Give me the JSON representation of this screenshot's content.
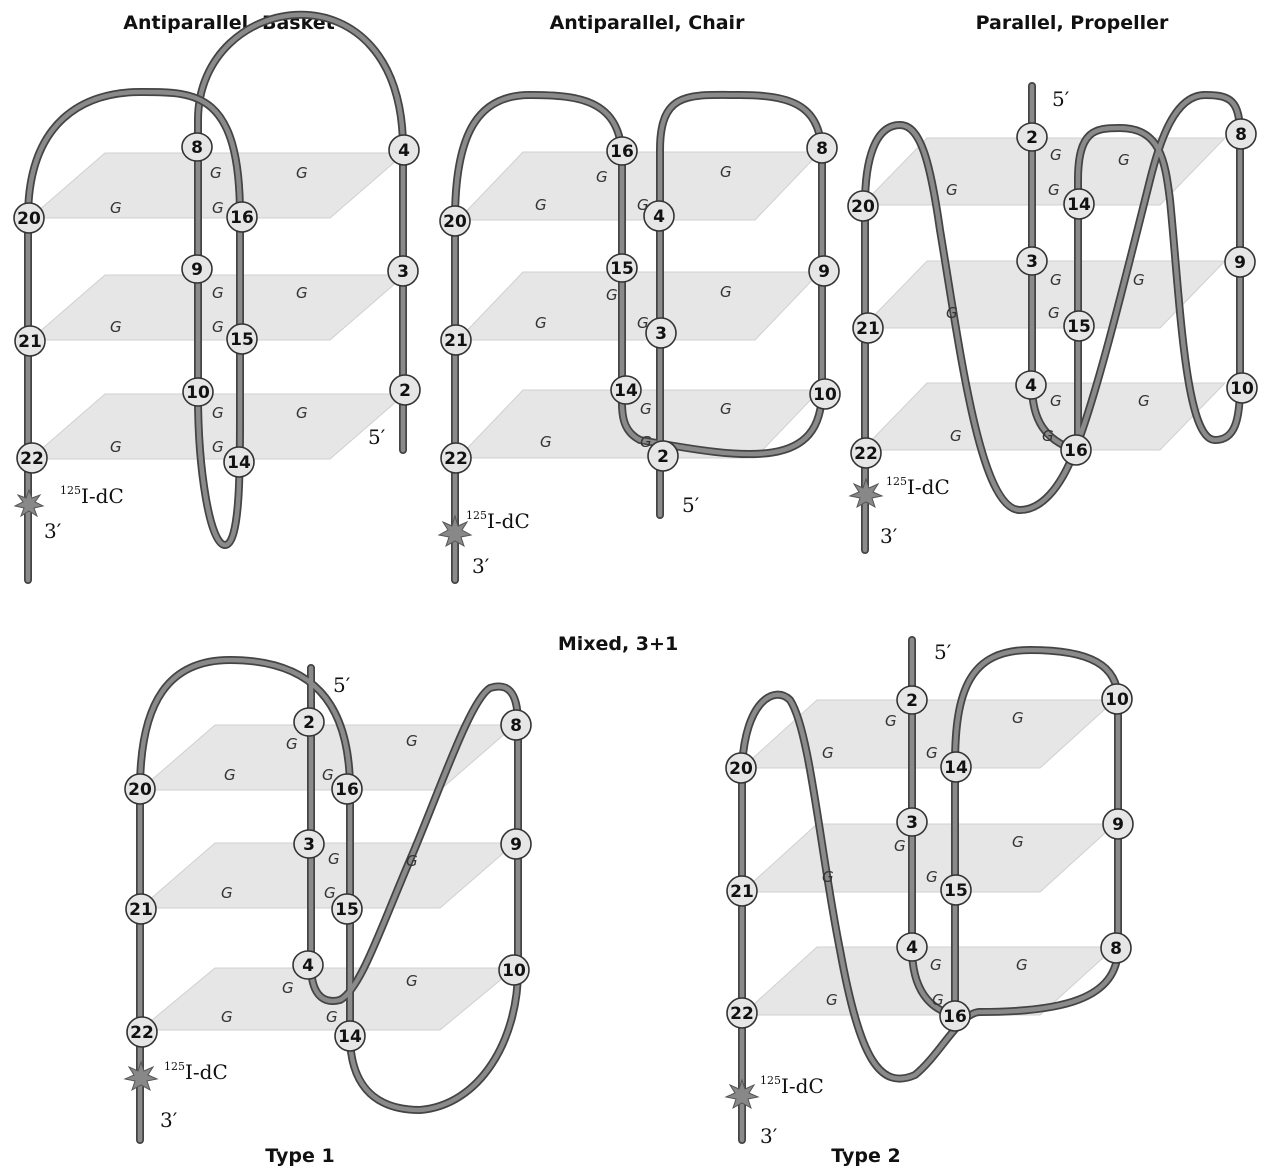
{
  "titles": {
    "basket": "Antiparallel, Basket",
    "chair": "Antiparallel, Chair",
    "propeller": "Parallel, Propeller",
    "mixed": "Mixed, 3+1",
    "type1": "Type 1",
    "type2": "Type 2"
  },
  "labels": {
    "five_prime": "5′",
    "three_prime": "3′",
    "iodine_sup": "125",
    "iodine_text": "I-dC",
    "guanine": "G"
  },
  "diagrams": {
    "basket": {
      "nucleotides": [
        "8",
        "4",
        "20",
        "16",
        "9",
        "3",
        "21",
        "15",
        "10",
        "2",
        "22",
        "14"
      ]
    },
    "chair": {
      "nucleotides": [
        "16",
        "8",
        "20",
        "4",
        "15",
        "9",
        "21",
        "3",
        "14",
        "10",
        "22",
        "2"
      ]
    },
    "propeller": {
      "nucleotides": [
        "2",
        "8",
        "20",
        "14",
        "3",
        "9",
        "21",
        "15",
        "4",
        "10",
        "22",
        "16"
      ]
    },
    "type1": {
      "nucleotides": [
        "2",
        "8",
        "20",
        "16",
        "3",
        "9",
        "21",
        "15",
        "4",
        "10",
        "22",
        "14"
      ]
    },
    "type2": {
      "nucleotides": [
        "2",
        "10",
        "20",
        "14",
        "3",
        "9",
        "21",
        "15",
        "4",
        "8",
        "22",
        "16"
      ]
    }
  },
  "colors": {
    "strand": "#8a8a8a",
    "strand_edge": "#444444",
    "plane": "#e2e2e2",
    "node": "#e6e6e6"
  }
}
